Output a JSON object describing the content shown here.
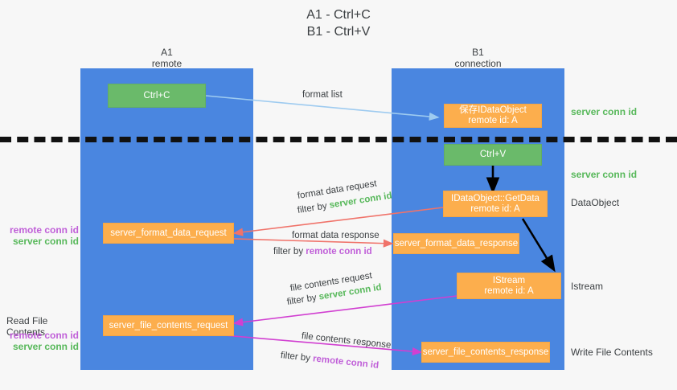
{
  "title": "A1 - Ctrl+C\nB1 - Ctrl+V",
  "columns": [
    {
      "name": "A1",
      "sub": "remote"
    },
    {
      "name": "B1",
      "sub": "connection"
    }
  ],
  "nodes": {
    "ctrl_c": "Ctrl+C",
    "ctrl_v": "Ctrl+V",
    "save_idataobject": "保存IDataObject\nremote id: A",
    "getdata": "IDataObject::GetData\nremote id: A",
    "istream": "IStream\nremote id: A",
    "server_format_data_request": "server_format_data_request",
    "server_format_data_response": "server_format_data_response",
    "server_file_contents_request": "server_file_contents_request",
    "server_file_contents_response": "server_file_contents_response"
  },
  "edge_labels": {
    "format_list": "format list",
    "format_data_request": "format data request",
    "format_data_request_filter_prefix": "filter by ",
    "format_data_request_filter_key": "server conn id",
    "format_data_response": "format data response",
    "format_data_response_filter_prefix": "filter by ",
    "format_data_response_filter_key": "remote conn id",
    "file_contents_request": "file contents request",
    "file_contents_request_filter_prefix": "filter by ",
    "file_contents_request_filter_key": "server conn id",
    "file_contents_response": "file contents response",
    "file_contents_response_filter_prefix": "filter by ",
    "file_contents_response_filter_key": "remote conn id"
  },
  "right_labels": {
    "server_conn_id_top": "server conn id",
    "server_conn_id_mid": "server conn id",
    "dataobject": "DataObject",
    "istream": "Istream",
    "write_file_contents": "Write File Contents"
  },
  "left_labels": {
    "conn_ids_upper_remote": "remote conn id",
    "conn_ids_upper_server": "server conn id",
    "read_file_contents": "Read File Contents",
    "conn_ids_lower_remote": "remote conn id",
    "conn_ids_lower_server": "server conn id"
  },
  "colors": {
    "lane": "#4a86e0",
    "green_node": "#6aba6a",
    "orange_node": "#fcae4d",
    "server_conn_id": "#57b85a",
    "remote_conn_id": "#c05fd8",
    "arrow_red": "#f0736a",
    "arrow_magenta": "#d13fd1",
    "arrow_blue": "#9ecbf0",
    "arrow_black": "#000000",
    "background": "#f7f7f7"
  }
}
